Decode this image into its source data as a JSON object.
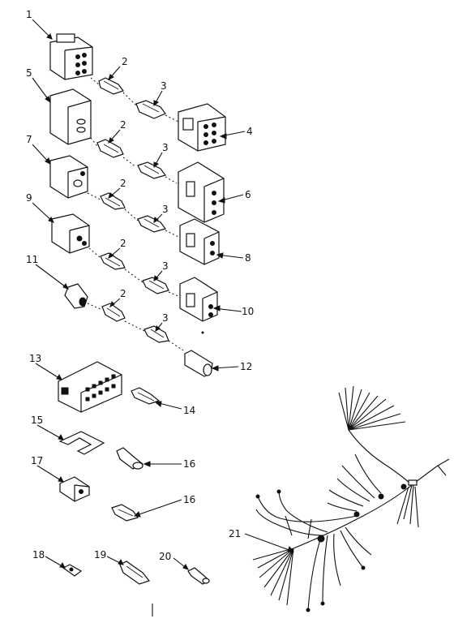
{
  "callouts": {
    "c1": "1",
    "c2a": "2",
    "c2b": "2",
    "c2c": "2",
    "c2d": "2",
    "c2e": "2",
    "c3a": "3",
    "c3b": "3",
    "c3c": "3",
    "c3d": "3",
    "c3e": "3",
    "c4": "4",
    "c5": "5",
    "c6": "6",
    "c7": "7",
    "c8": "8",
    "c9": "9",
    "c10": "10",
    "c11": "11",
    "c12": "12",
    "c13": "13",
    "c14": "14",
    "c15": "15",
    "c16a": "16",
    "c16b": "16",
    "c17": "17",
    "c18": "18",
    "c19": "19",
    "c20": "20",
    "c21": "21"
  }
}
